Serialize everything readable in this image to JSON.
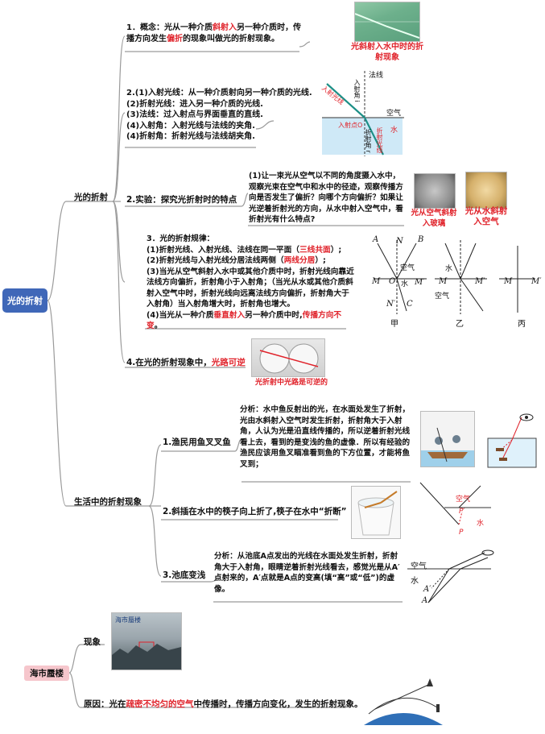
{
  "root": {
    "label": "光的折射"
  },
  "root2": {
    "label": "海市蜃楼"
  },
  "branch1": {
    "label": "光的折射"
  },
  "branch2": {
    "label": "生活中的折射现象"
  },
  "concept": {
    "p1": "1．概念：光从一种介质",
    "r1": "斜射入",
    "p2": "另一种介质时，传播方向发生",
    "r2": "偏折",
    "p3": "的现象叫做光的折射现象。",
    "photo_caption": "光斜射入水中时的折射现象"
  },
  "terms": {
    "l1": "2.(1)入射光线：从一种介质射向另一种介质的光线.",
    "l2": "(2)折射光线：进入另一种介质的光线.",
    "l3": "(3)法线：过入射点与界面垂直的直线.",
    "l4": "(4)入射角：入射光线与法线的夹角.",
    "l5": "(4)折射角：折射光线与法线胡夹角.",
    "diagram": {
      "normal": "法线",
      "incident_angle": "入射角 i",
      "incident_ray": "入射光线",
      "air": "空气",
      "water": "水",
      "point": "入射点O",
      "refracted_ray": "折射光线",
      "refraction_angle": "折射角 r"
    }
  },
  "experiment": {
    "label": "2.实验：探究光折射时的特点",
    "desc": "(1)让一束光从空气以不同的角度摄入水中，观察光束在空气中和水中的径迹，观察传播方向是否发生了偏折？向哪个方向偏折？如果让光逆着折射光的方向，从水中射入空气中，看折射光有什么特点?",
    "cap1": "光从空气斜射入玻璃",
    "cap2": "光从水斜射入空气"
  },
  "rules": {
    "title": "3．光的折射规律：",
    "l1a": "(1)折射光线、入射光线、法线在同一平面（",
    "l1r": "三线共面",
    "l1b": "）;",
    "l2a": "(2)折射光线与入射光线分居法线两侧（",
    "l2r": "两线分居",
    "l2b": "）;",
    "l3": "(3)当光从空气斜射入水中或其他介质中时，折射光线向靠近法线方向偏折，折射角小于入射角；（当光从水或其他介质斜射入空气中时，折射光线向远离法线方向偏折，折射角大于入射角）当入射角增大时，折射角也增大。",
    "l4a": "(4)当光从一种介质",
    "l4r": "垂直射入",
    "l4b": "另一种介质中时,",
    "l4r2": "传播方向不变",
    "l4c": "。",
    "fig_labels": [
      "甲",
      "乙",
      "丙"
    ],
    "sym": {
      "A": "A",
      "N": "N",
      "M": "M",
      "Mp": "M′",
      "O": "O",
      "B": "B",
      "C": "C",
      "Np": "N′",
      "i": "i",
      "r": "r",
      "air": "空气",
      "water": "水"
    }
  },
  "reversible": {
    "a": "4.在光的折射现象中，",
    "r": "光路可逆",
    "caption": "光折射中光路是可逆的"
  },
  "fish": {
    "label": "1.渔民用鱼叉叉鱼",
    "analysis": "分析：水中鱼反射出的光，在水面处发生了折射，光由水斜射入空气时发生折射，折射角大于入射角，人认为光是沿直线传播的，所以逆着折射光线看上去，看到的是变浅的鱼的虚像．所以有经验的渔民应该用鱼叉瞄准看到鱼的下方位置，才能将鱼叉到；"
  },
  "chopsticks": {
    "label": "2.斜插在水中的筷子向上折了,筷子在水中“折断”",
    "air": "空气",
    "water": "水",
    "p": "P",
    "pp": "P′"
  },
  "pool": {
    "label": "3.池底变浅",
    "analysis": "分析：从池底A点发出的光线在水面处发生折射，折射角大于入射角，眼睛逆着折射光线看去，感觉光是从A′点射来的，A′点就是A点的变高(填“高”或“低”)的虚像。",
    "air": "空气",
    "water": "水",
    "a": "A",
    "ap": "A′"
  },
  "mirage": {
    "phenomenon": "现象",
    "photo_label": "海市蜃楼",
    "cause_a": "原因：光在",
    "cause_r": "疏密不均匀的空气",
    "cause_b": "中传播时，传播方向变化，发生的折射现象。"
  },
  "colors": {
    "root": "#3f67b8",
    "root2": "#f6c6cc",
    "accent": "#e0222a"
  }
}
